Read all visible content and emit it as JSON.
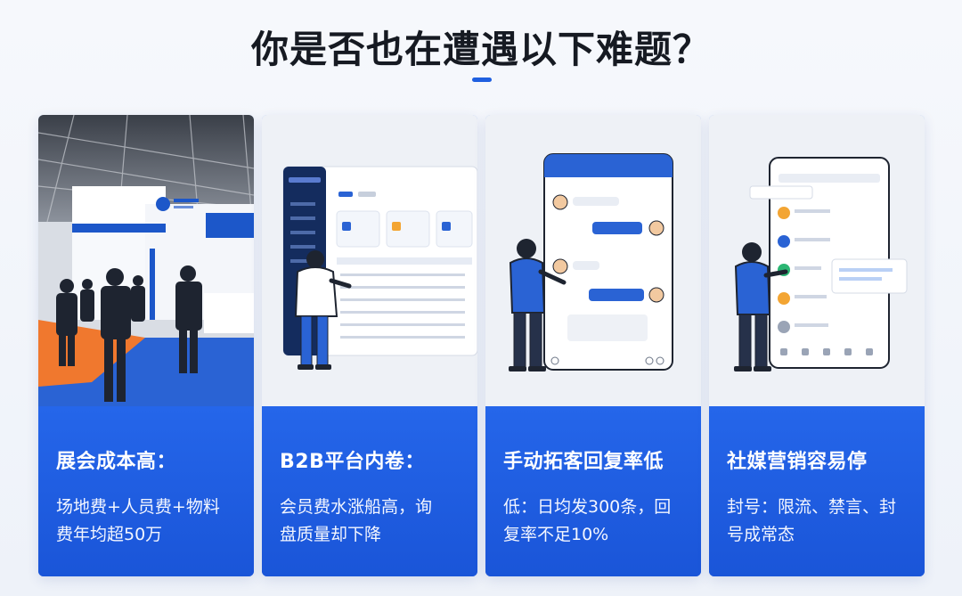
{
  "page": {
    "title": "你是否也在遭遇以下难题？",
    "accent": "#1f5fe0"
  },
  "cards": [
    {
      "heading": "展会成本高：",
      "desc_line1": "场地费+人员费+物料",
      "desc_line2": "费年均超50万",
      "image": "exhibition-hall-photo"
    },
    {
      "heading": "B2B平台内卷：",
      "desc_line1": "会员费水涨船高，询",
      "desc_line2": "盘质量却下降",
      "image": "dashboard-illustration"
    },
    {
      "heading": "手动拓客回复率低",
      "desc_line1": "低：日均发300条，回",
      "desc_line2": "复率不足10%",
      "image": "chat-phone-illustration"
    },
    {
      "heading": "社媒营销容易停",
      "desc_line1": "封号：限流、禁言、封",
      "desc_line2": "号成常态",
      "image": "social-phone-illustration"
    }
  ]
}
